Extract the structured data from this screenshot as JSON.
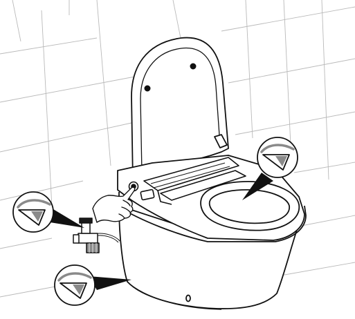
{
  "illustration": {
    "subject": "toilet-installation-diagram",
    "style": "black line art on white",
    "colors": {
      "line": "#111111",
      "wall_grid": "#b9b9b9",
      "fill": "#ffffff",
      "dark_fill": "#1a1a1a",
      "mid_gray": "#8a8a8a"
    },
    "callouts": [
      {
        "target": "water-inlet-valve",
        "icon": "inspect-eye-icon"
      },
      {
        "target": "bowl-rim",
        "icon": "inspect-eye-icon"
      },
      {
        "target": "toilet-base",
        "icon": "inspect-eye-icon"
      }
    ],
    "hand_gesture": "press-button"
  }
}
